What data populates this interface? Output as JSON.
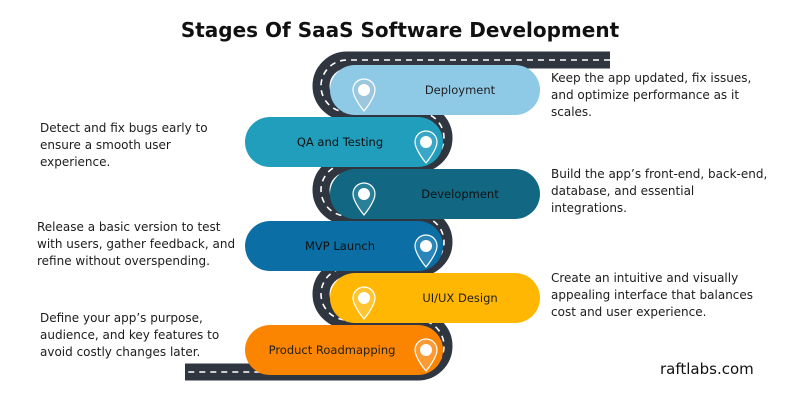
{
  "title": "Stages Of SaaS Software Development",
  "brand": "raftlabs.com",
  "stages": [
    {
      "label": "Deployment",
      "color": "#8ecae6",
      "description": "Keep the app updated, fix issues, and optimize performance as it scales."
    },
    {
      "label": "QA and Testing",
      "color": "#219ebc",
      "description": "Detect and fix bugs early to ensure a smooth user experience."
    },
    {
      "label": "Development",
      "color": "#126782",
      "description": "Build the app’s front-end, back-end, database, and essential integrations."
    },
    {
      "label": "MVP Launch",
      "color": "#0b6fa6",
      "description": " Release a basic version to test with users, gather feedback, and refine without overspending."
    },
    {
      "label": "UI/UX Design",
      "color": "#ffb703",
      "description": "Create an intuitive and visually appealing interface that balances cost and user experience."
    },
    {
      "label": "Product Roadmapping",
      "color": "#fb8500",
      "description": "Define your app’s purpose, audience, and key features to avoid costly changes later."
    }
  ]
}
